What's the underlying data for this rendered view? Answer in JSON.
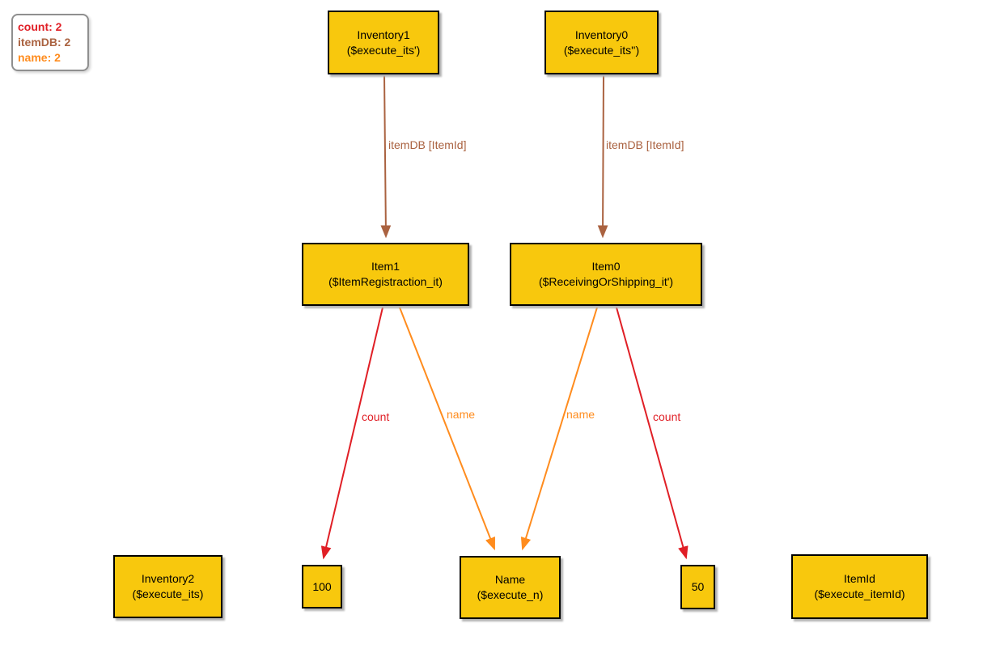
{
  "colors": {
    "count": "#e01f26",
    "itemdb": "#aa6240",
    "name": "#ff8c1e",
    "node_fill": "#f8c80d",
    "node_border": "#000000"
  },
  "legend": {
    "count": "count: 2",
    "itemdb": "itemDB: 2",
    "name": "name: 2"
  },
  "nodes": {
    "inventory1": {
      "title": "Inventory1",
      "subtitle": "($execute_its')"
    },
    "inventory0": {
      "title": "Inventory0",
      "subtitle": "($execute_its'')"
    },
    "item1": {
      "title": "Item1",
      "subtitle": "($ItemRegistraction_it)"
    },
    "item0": {
      "title": "Item0",
      "subtitle": "($ReceivingOrShipping_it')"
    },
    "inventory2": {
      "title": "Inventory2",
      "subtitle": "($execute_its)"
    },
    "value100": {
      "title": "100"
    },
    "name": {
      "title": "Name",
      "subtitle": "($execute_n)"
    },
    "value50": {
      "title": "50"
    },
    "itemid": {
      "title": "ItemId",
      "subtitle": "($execute_itemId)"
    }
  },
  "edges": {
    "itemdb1": {
      "label": "itemDB [ItemId]"
    },
    "itemdb0": {
      "label": "itemDB [ItemId]"
    },
    "count1": {
      "label": "count"
    },
    "name1": {
      "label": "name"
    },
    "name0": {
      "label": "name"
    },
    "count0": {
      "label": "count"
    }
  }
}
